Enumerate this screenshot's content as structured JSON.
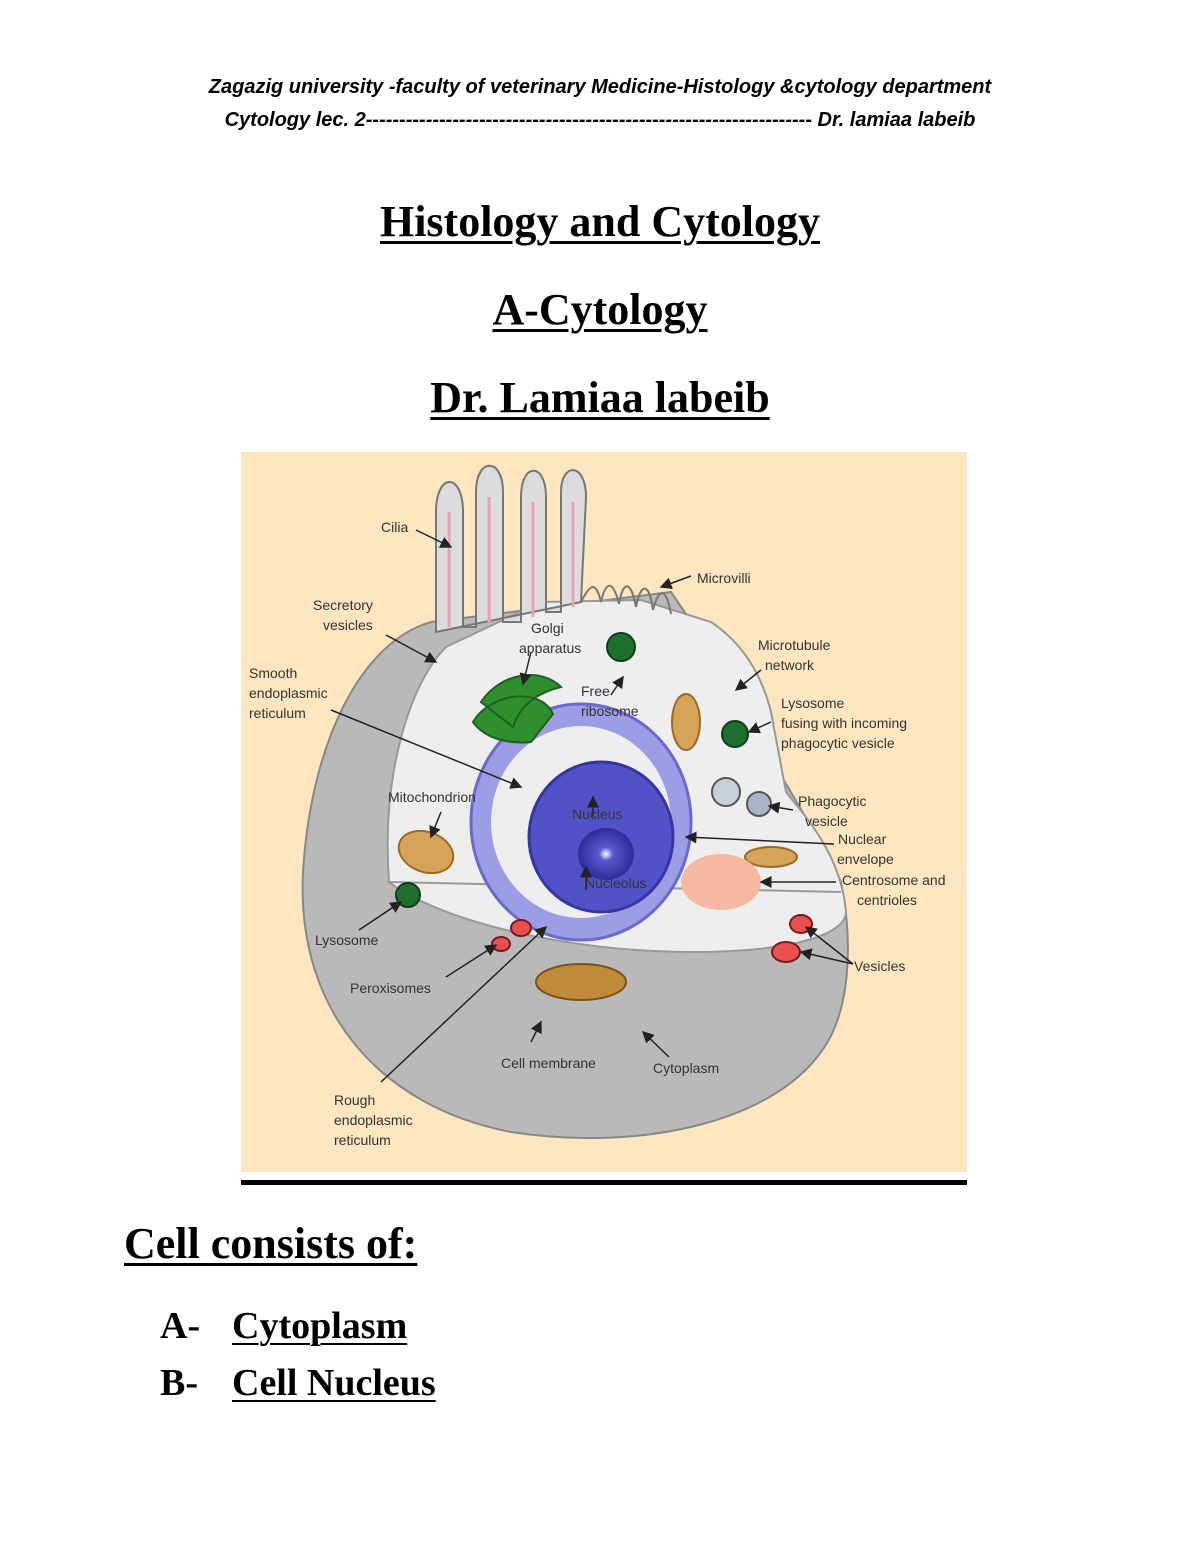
{
  "header": {
    "line1": "Zagazig university -faculty of veterinary Medicine-Histology &cytology department",
    "line2": "Cytology lec. 2------------------------------------------------------------------- Dr. lamiaa labeib"
  },
  "titles": {
    "main": "Histology and Cytology",
    "section": "A-Cytology",
    "author": "Dr. Lamiaa labeib"
  },
  "figure": {
    "labels": {
      "cilia": "Cilia",
      "microvilli": "Microvilli",
      "secretory_1": "Secretory",
      "secretory_2": "vesicles",
      "golgi_1": "Golgi",
      "golgi_2": "apparatus",
      "smooth_1": "Smooth",
      "smooth_2": "endoplasmic",
      "smooth_3": "reticulum",
      "free_1": "Free",
      "free_2": "ribosome",
      "microtubule_1": "Microtubule",
      "microtubule_2": "network",
      "lysosome_fusing_1": "Lysosome",
      "lysosome_fusing_2": "fusing with incoming",
      "lysosome_fusing_3": "phagocytic vesicle",
      "mitochondrion": "Mitochondrion",
      "nucleus": "Nucleus",
      "phagocytic_1": "Phagocytic",
      "phagocytic_2": "vesicle",
      "nuclear_env_1": "Nuclear",
      "nuclear_env_2": "envelope",
      "nucleolus": "Nucleolus",
      "centrosome_1": "Centrosome and",
      "centrosome_2": "centrioles",
      "lysosome": "Lysosome",
      "vesicles": "Vesicles",
      "peroxisomes": "Peroxisomes",
      "cell_membrane": "Cell membrane",
      "cytoplasm": "Cytoplasm",
      "rough_1": "Rough",
      "rough_2": "endoplasmic",
      "rough_3": "reticulum"
    }
  },
  "content": {
    "heading": "Cell consists of:",
    "items": [
      {
        "label": "A-",
        "text": "Cytoplasm"
      },
      {
        "label": "B-",
        "text": "Cell Nucleus"
      }
    ]
  }
}
